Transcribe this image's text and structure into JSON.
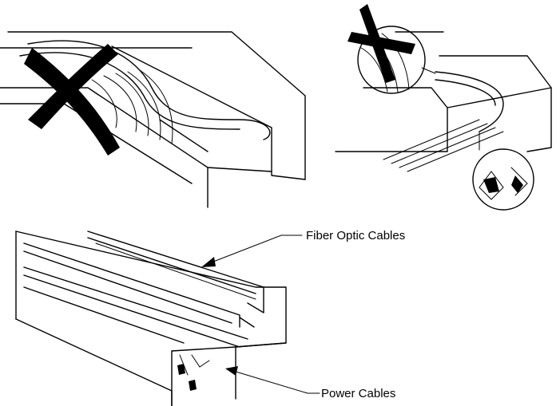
{
  "figure": {
    "callouts": {
      "fiber_optic_cables": "Fiber Optic Cables",
      "power_cables": "Power Cables"
    },
    "panels": [
      "incorrect-routing-left",
      "incorrect-routing-right",
      "correct-routing"
    ],
    "colors": {
      "ink": "#000000",
      "background": "#ffffff"
    }
  }
}
